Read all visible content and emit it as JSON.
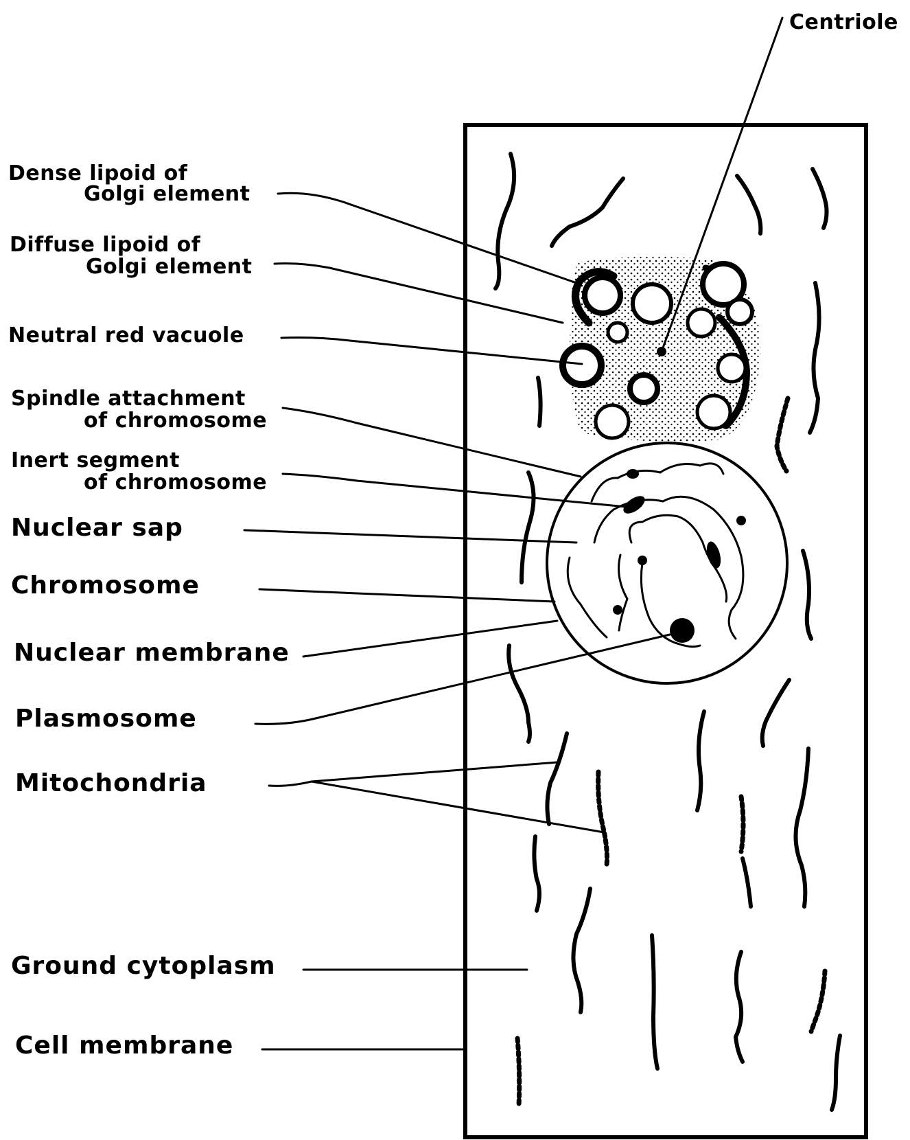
{
  "labels": {
    "centriole": "Centriole",
    "dense_lipoid_1": "Dense lipoid of",
    "dense_lipoid_2": "Golgi element",
    "diffuse_lipoid_1": "Diffuse lipoid of",
    "diffuse_lipoid_2": "Golgi element",
    "neutral_red_vacuole": "Neutral red vacuole",
    "spindle_attachment_1": "Spindle attachment",
    "spindle_attachment_2": "of chromosome",
    "inert_segment_1": "Inert segment",
    "inert_segment_2": "of chromosome",
    "nuclear_sap": "Nuclear sap",
    "chromosome": "Chromosome",
    "nuclear_membrane": "Nuclear membrane",
    "plasmosome": "Plasmosome",
    "mitochondria": "Mitochondria",
    "ground_cytoplasm": "Ground cytoplasm",
    "cell_membrane": "Cell membrane"
  },
  "colors": {
    "ink": "#000000",
    "paper": "#ffffff"
  }
}
